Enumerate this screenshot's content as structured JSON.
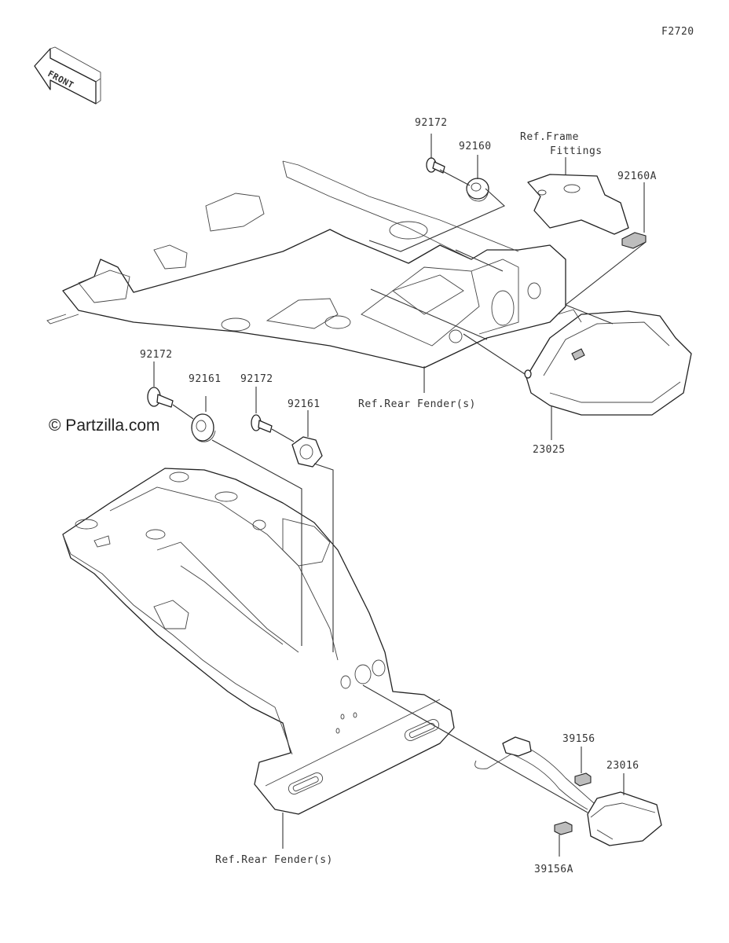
{
  "figure_code": "F2720",
  "front_label": "FRONT",
  "watermark": "© Partzilla.com",
  "labels": {
    "p92172_top": "92172",
    "p92160": "92160",
    "ref_frame_1": "Ref.Frame",
    "ref_frame_2": "Fittings",
    "p92160A": "92160A",
    "p92172_left": "92172",
    "p92161_left": "92161",
    "p92172_mid": "92172",
    "p92161_mid": "92161",
    "ref_rear_fender_top": "Ref.Rear Fender(s)",
    "p23025": "23025",
    "p39156": "39156",
    "p23016": "23016",
    "ref_rear_fender_bottom": "Ref.Rear Fender(s)",
    "p39156A": "39156A"
  },
  "colors": {
    "line": "#333333",
    "text": "#333333",
    "fill": "#ffffff",
    "shade": "#bdbdbd"
  }
}
